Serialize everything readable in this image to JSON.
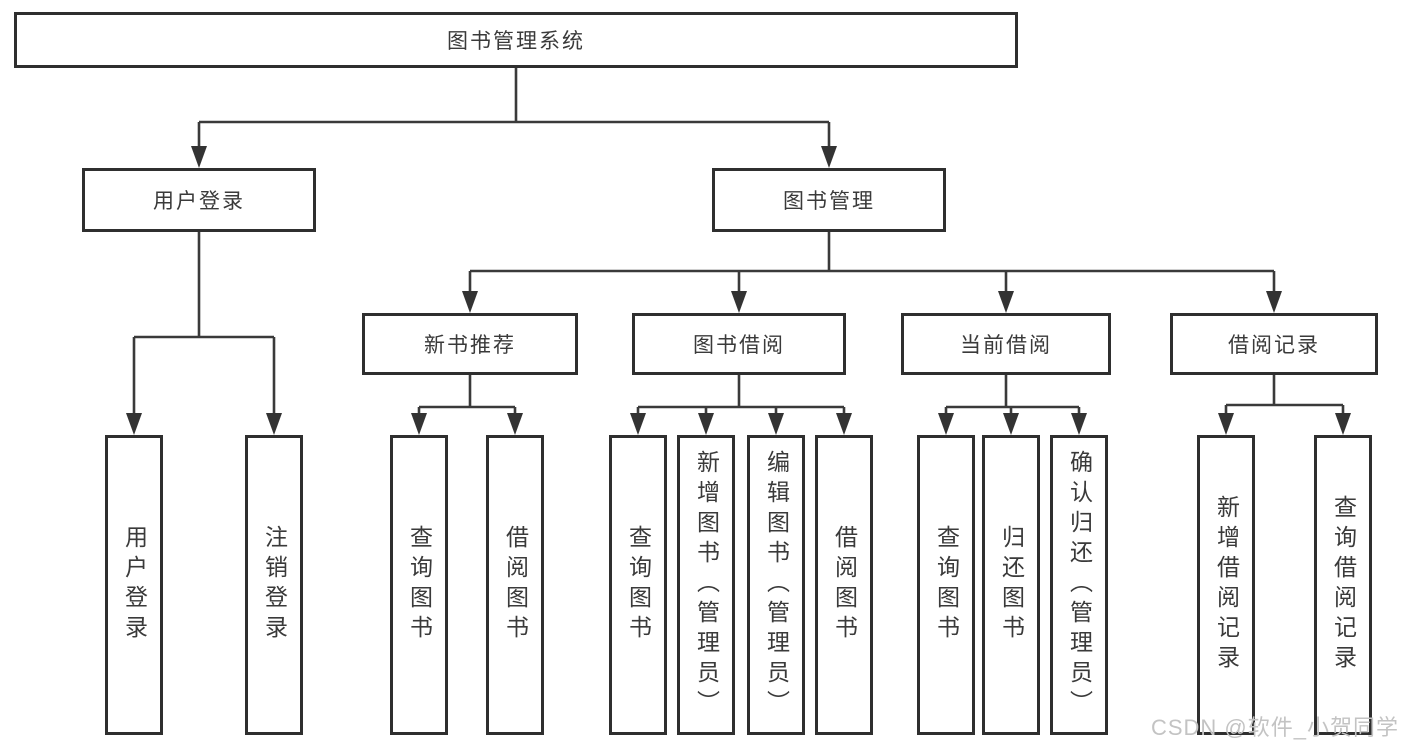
{
  "diagram": {
    "title": "图书管理系统",
    "level2": [
      "用户登录",
      "图书管理"
    ],
    "level3": [
      "新书推荐",
      "图书借阅",
      "当前借阅",
      "借阅记录"
    ],
    "leaves": {
      "login": [
        "用户登录",
        "注销登录"
      ],
      "recommend": [
        "查询图书",
        "借阅图书"
      ],
      "borrow": [
        "查询图书",
        "新增图书（管理员）",
        "编辑图书（管理员）",
        "借阅图书"
      ],
      "current": [
        "查询图书",
        "归还图书",
        "确认归还（管理员）"
      ],
      "records": [
        "新增借阅记录",
        "查询借阅记录"
      ]
    }
  },
  "watermark": "CSDN @软件_小贺同学",
  "colors": {
    "line": "#3a3a3a",
    "box_border": "#2f2f2f",
    "text": "#3a3a3a",
    "watermark": "#c3c3c3",
    "background": "#ffffff"
  }
}
